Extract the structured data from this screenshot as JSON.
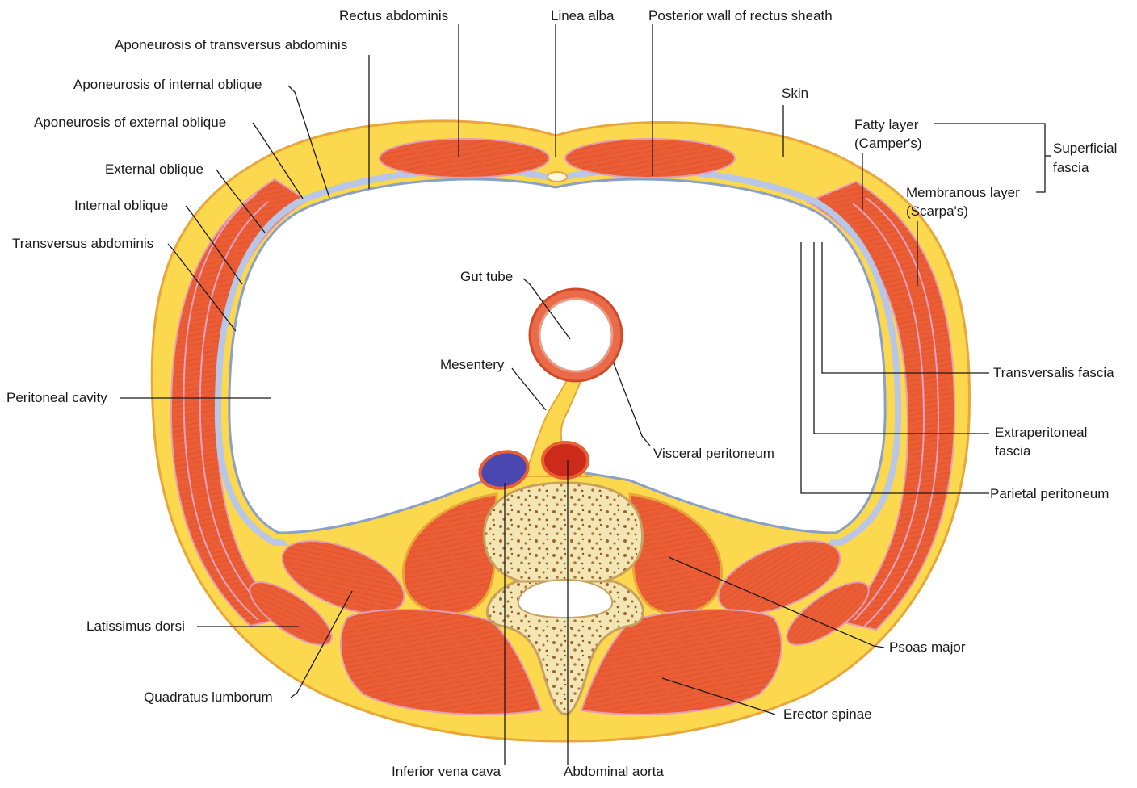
{
  "labels": {
    "rectus_abdominis": "Rectus abdominis",
    "linea_alba": "Linea alba",
    "posterior_wall_rectus_sheath": "Posterior wall of rectus sheath",
    "aponeurosis_transversus": "Aponeurosis of transversus abdominis",
    "aponeurosis_internal_oblique": "Aponeurosis of internal oblique",
    "aponeurosis_external_oblique": "Aponeurosis of external oblique",
    "external_oblique": "External oblique",
    "internal_oblique": "Internal oblique",
    "transversus_abdominis": "Transversus abdominis",
    "peritoneal_cavity": "Peritoneal cavity",
    "latissimus_dorsi": "Latissimus dorsi",
    "quadratus_lumborum": "Quadratus lumborum",
    "inferior_vena_cava": "Inferior vena cava",
    "abdominal_aorta": "Abdominal aorta",
    "erector_spinae": "Erector spinae",
    "psoas_major": "Psoas major",
    "parietal_peritoneum": "Parietal peritoneum",
    "extraperitoneal_fascia_1": "Extraperitoneal",
    "extraperitoneal_fascia_2": "fascia",
    "transversalis_fascia": "Transversalis fascia",
    "visceral_peritoneum": "Visceral peritoneum",
    "mesentery": "Mesentery",
    "gut_tube": "Gut tube",
    "skin": "Skin",
    "fatty_layer_1": "Fatty layer",
    "fatty_layer_2": "(Camper's)",
    "membranous_layer_1": "Membranous layer",
    "membranous_layer_2": "(Scarpa's)",
    "superficial_fascia_1": "Superficial",
    "superficial_fascia_2": "fascia"
  },
  "colors": {
    "muscle": "#ea5d35",
    "muscle_dark": "#c84322",
    "fat": "#fbd84d",
    "fascia": "#c9d4f0",
    "peritoneal_line": "#8aa0c8",
    "bone": "#fbf2c8",
    "bone_spot": "#a0703a",
    "ivc": "#4a48b0",
    "aorta": "#cc2a1a",
    "cavity": "#ffffff",
    "leader": "#1a1a1a"
  }
}
